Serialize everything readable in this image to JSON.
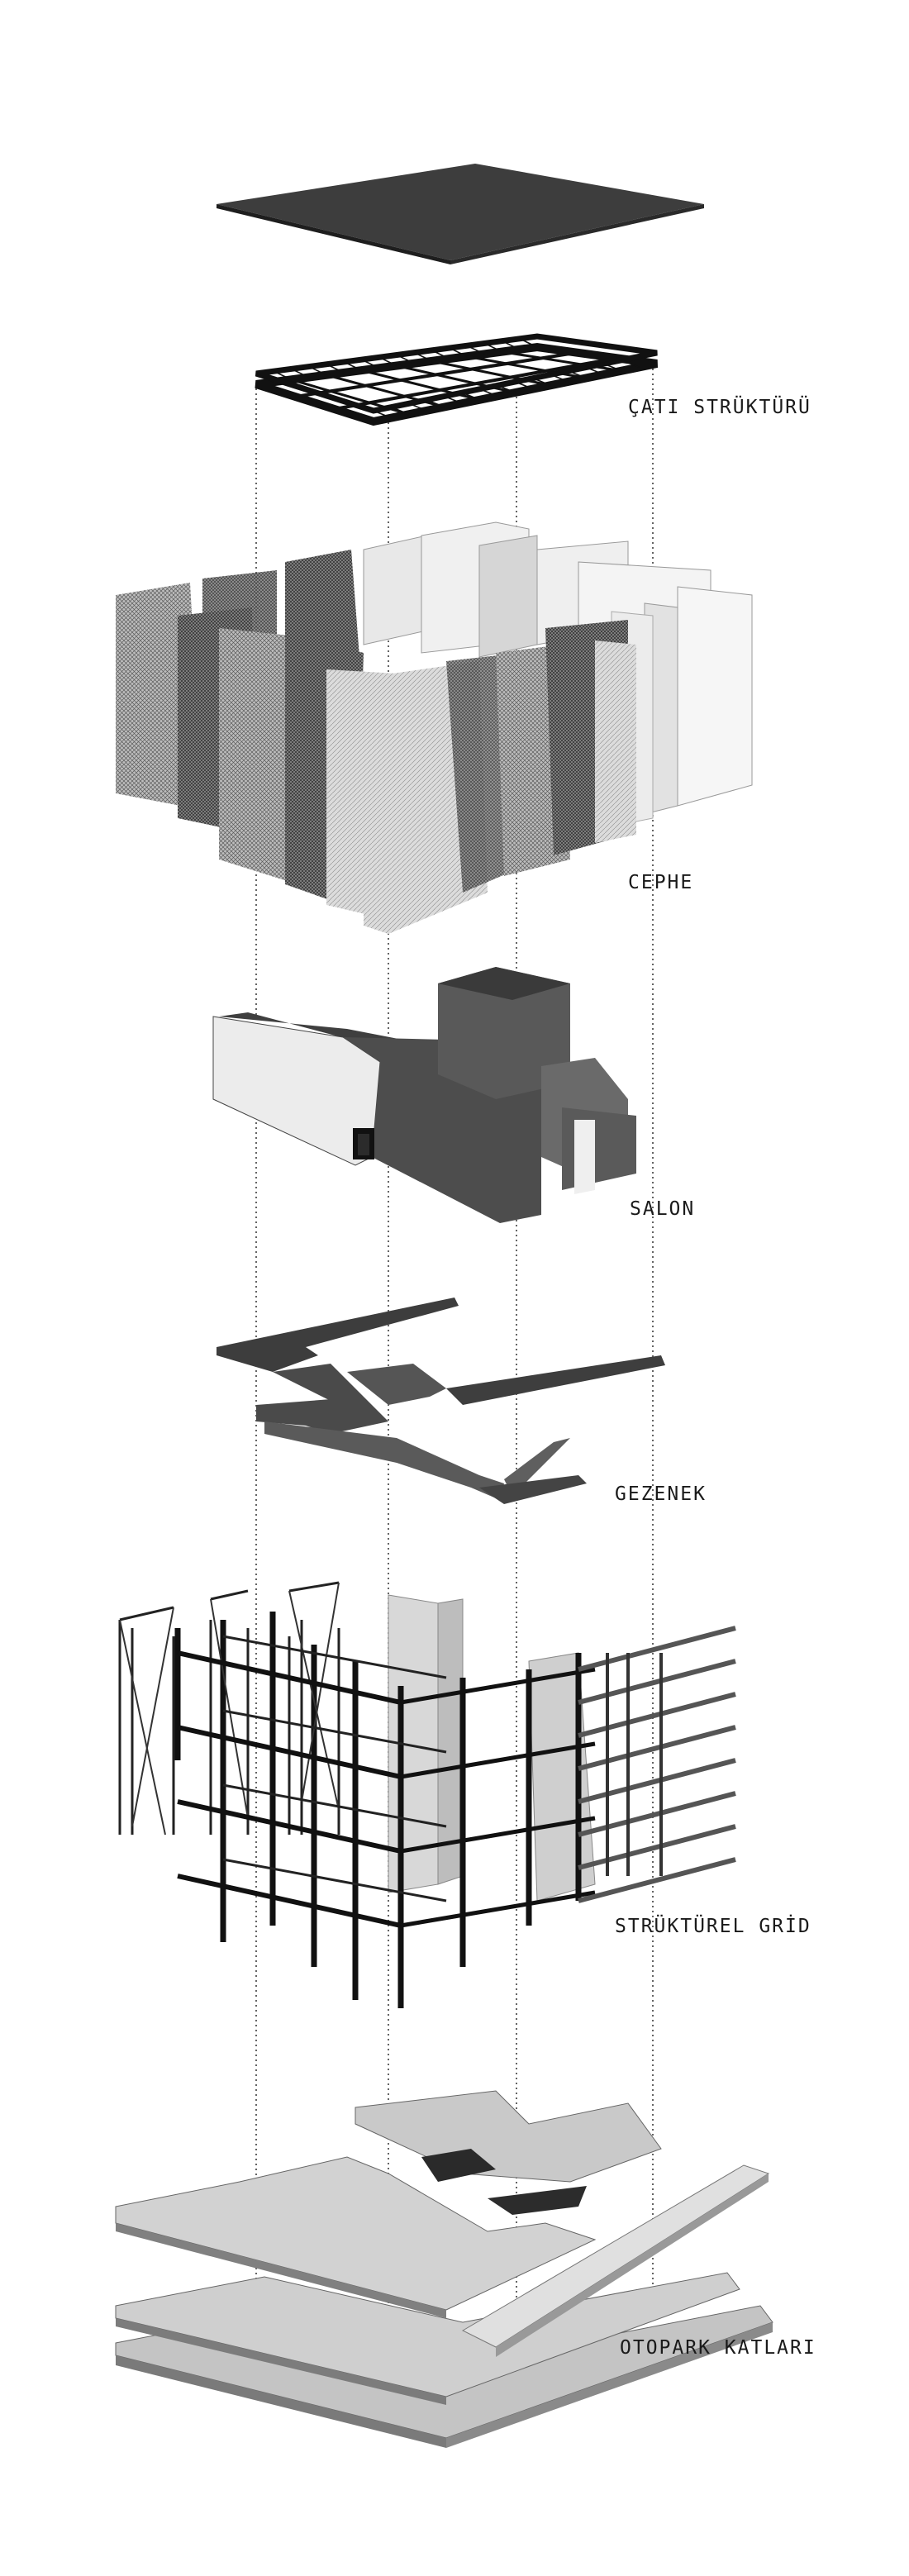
{
  "layers": [
    {
      "key": "roof",
      "label": ""
    },
    {
      "key": "roof_structure",
      "label": "ÇATI STRÜKTÜRÜ"
    },
    {
      "key": "facade",
      "label": "CEPHE"
    },
    {
      "key": "hall",
      "label": "SALON"
    },
    {
      "key": "walkway",
      "label": "GEZENEK"
    },
    {
      "key": "structural_grid",
      "label": "STRÜKTÜREL GRİD"
    },
    {
      "key": "parking",
      "label": "OTOPARK KATLARI"
    }
  ],
  "colors": {
    "background": "#ffffff",
    "dark_slab": "#3a3a3a",
    "truss": "#111111",
    "panel_light": "#d9d9d9",
    "panel_mid": "#9a9a9a",
    "panel_dark": "#5a5a5a",
    "floor": "#c8c8c8",
    "floor_edge": "#7a7a7a"
  }
}
